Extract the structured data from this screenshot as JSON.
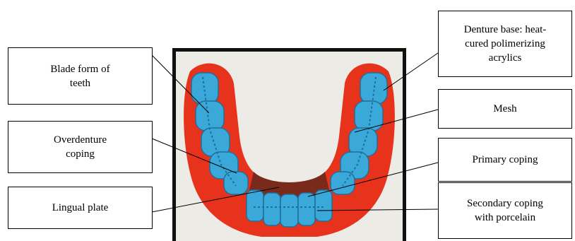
{
  "labels": {
    "blade_form": "Blade form of\nteeth",
    "overdenture_coping": "Overdenture\ncoping",
    "lingual_plate": "Lingual plate",
    "denture_base": "Denture base: heat-\ncured polimerizing\nacrylics",
    "mesh": "Mesh",
    "primary_coping": "Primary coping",
    "secondary_coping": "Secondary coping\nwith porcelain"
  },
  "colors": {
    "denture_base": "#e8331c",
    "teeth": "#3aa9d9",
    "teeth_dark": "#1f6f9a",
    "lingual_plate": "#7a2a1a",
    "background": "#ecebe6"
  }
}
